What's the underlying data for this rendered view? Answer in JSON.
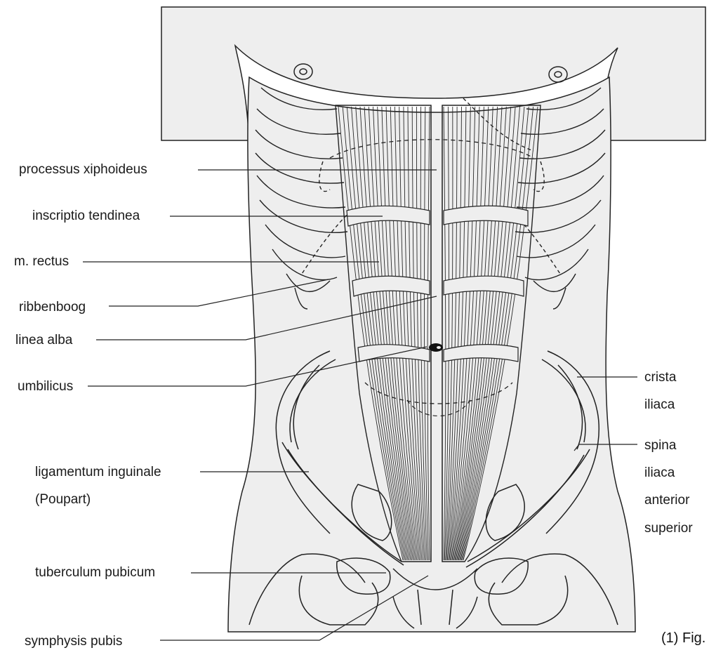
{
  "labels": {
    "processus_xiphoideus": "processus xiphoideus",
    "inscriptio_tendinea": "inscriptio tendinea",
    "m_rectus": "m. rectus",
    "ribbenboog": "ribbenboog",
    "linea_alba": "linea alba",
    "umbilicus": "umbilicus",
    "ligamentum_inguinale_1": "ligamentum inguinale",
    "ligamentum_inguinale_2": "(Poupart)",
    "tuberculum_pubicum": "tuberculum pubicum",
    "symphysis_pubis": "symphysis pubis",
    "crista_1": "crista",
    "crista_2": "iliaca",
    "spina_1": "spina",
    "spina_2": "iliaca",
    "spina_3": "anterior",
    "spina_4": "superior"
  },
  "caption": "(1) Fig.",
  "colors": {
    "skin": "#eeeeee",
    "line": "#222222",
    "muscle": "#2a2a2a",
    "background": "#ffffff"
  }
}
